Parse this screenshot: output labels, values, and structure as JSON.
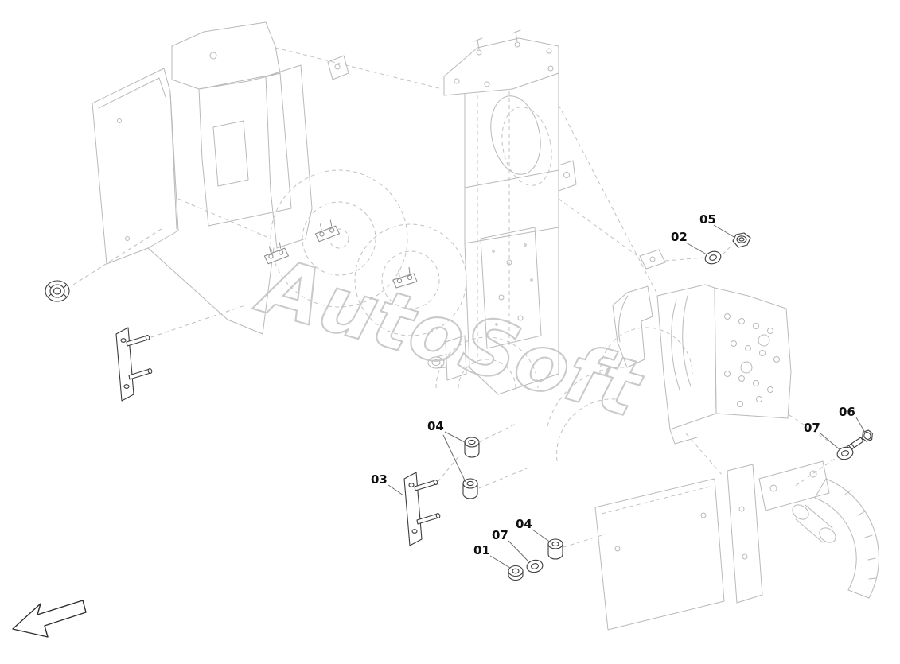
{
  "watermark": "AutoSoft",
  "callouts": [
    {
      "part": "01"
    },
    {
      "part": "02"
    },
    {
      "part": "03"
    },
    {
      "part": "04"
    },
    {
      "part": "04"
    },
    {
      "part": "05"
    },
    {
      "part": "06"
    },
    {
      "part": "07"
    },
    {
      "part": "07"
    }
  ],
  "icons": {
    "direction_arrow": "lower-left-outline-arrow"
  }
}
